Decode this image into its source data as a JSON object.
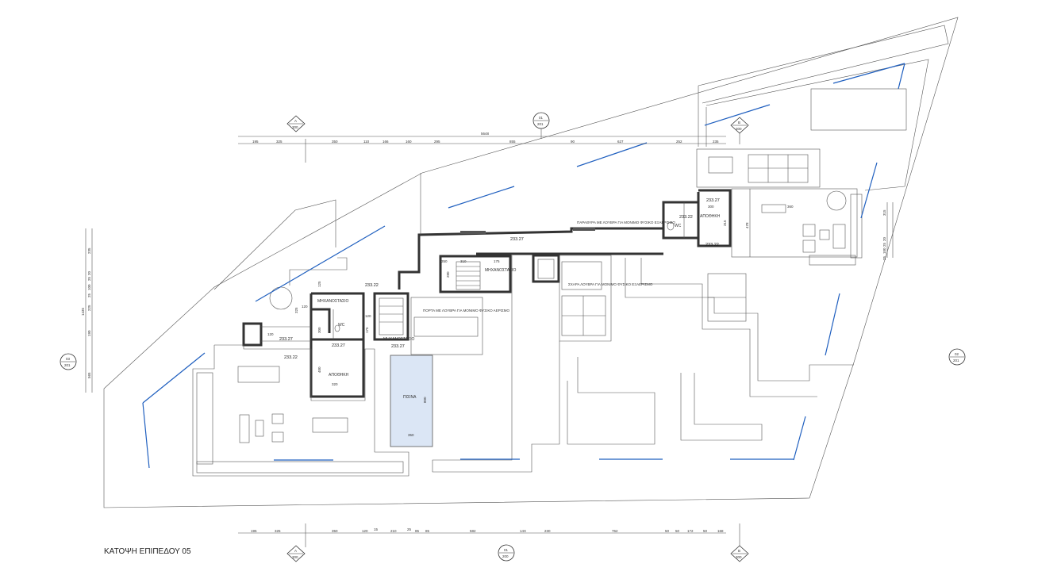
{
  "drawing_title": "ΚΑΤΟΨΗ ΕΠΙΠΕΔΟΥ 05",
  "section_markers": [
    {
      "id": "A",
      "sheet": "300"
    },
    {
      "id": "01",
      "sheet": "201"
    },
    {
      "id": "B",
      "sheet": "300"
    },
    {
      "id": "03",
      "sheet": "201"
    },
    {
      "id": "02",
      "sheet": "201"
    },
    {
      "id": "A",
      "sheet": "300"
    },
    {
      "id": "01",
      "sheet": "200"
    },
    {
      "id": "B",
      "sheet": "300"
    }
  ],
  "levels": [
    "233.27",
    "233.22",
    "233.27",
    "233.22",
    "233.27",
    "233.27",
    "233.22",
    "233.27",
    "233.22"
  ],
  "room_labels": {
    "apothiki": "ΑΠΟΘΗΚΗ",
    "mixanostasio": "ΜΗΧΑΝΟΣΤΑΣΙΟ",
    "pisina": "ΠΙΣΙΝΑ",
    "wc": "WC"
  },
  "notes": {
    "paravyra": "ΠΑΡΑΘΥΡΑ ΜΕ ΛΟΥΒΡΑ ΓΙΑ ΜΟΝΙΜΟ ΦΥΣΙΚΟ ΕΞΑΕΡΙΣΜΟ",
    "portes": "ΠΟΡΤΑ ΜΕ ΛΟΥΒΡΑ ΓΙΑ ΜΟΝΙΜΟ ΦΥΣΙΚΟ ΑΕΡΙΣΜΟ",
    "sxares": "ΣΧΑΡΑ ΛΟΥΒΡΑ ΓΙΑ ΜΟΝΙΜΟ ΦΥΣΙΚΟ ΕΞΑΕΡΙΣΜΟ"
  },
  "top_dimensions": [
    "195",
    "325",
    "350",
    "110",
    "166",
    "160",
    "295",
    "855",
    "90",
    "627",
    "252",
    "235"
  ],
  "top_total": "5648",
  "bottom_dimensions": [
    "195",
    "325",
    "350",
    "120",
    "15",
    "210",
    "25",
    "85",
    "85",
    "582",
    "14X",
    "230",
    "762",
    "50",
    "50",
    "172",
    "50",
    "168"
  ],
  "left_dimensions": [
    "235",
    "20",
    "25",
    "100",
    "25",
    "225",
    "190",
    "565"
  ],
  "left_total": "1435",
  "right_dimensions": [
    "315",
    "20",
    "25",
    "100",
    "25"
  ],
  "room_dimensions": [
    "120",
    "120",
    "175",
    "120",
    "125",
    "300",
    "310",
    "400",
    "320",
    "350",
    "280",
    "325",
    "175",
    "300",
    "315",
    "360",
    "478",
    "800",
    "350"
  ]
}
